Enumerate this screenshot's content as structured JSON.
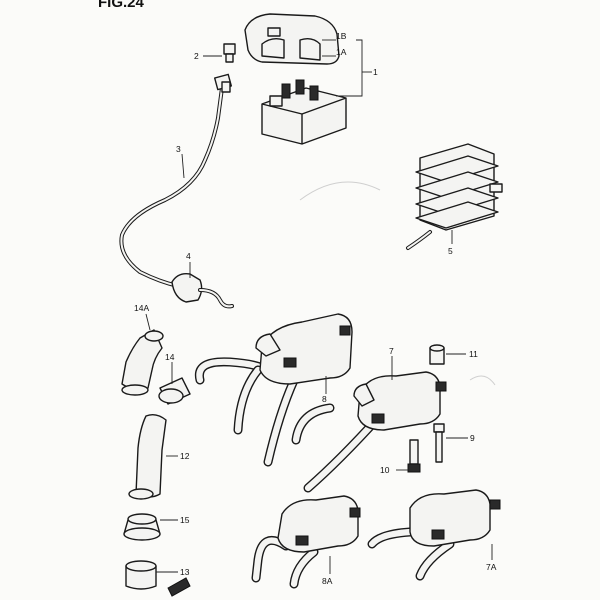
{
  "figure": {
    "title": "FIG.24"
  },
  "labels": {
    "p1": "1",
    "p1a": "1A",
    "p1b": "1B",
    "p2": "2",
    "p3": "3",
    "p4": "4",
    "p5": "5",
    "p7": "7",
    "p7a": "7A",
    "p8": "8",
    "p8a": "8A",
    "p9": "9",
    "p10": "10",
    "p11": "11",
    "p12": "12",
    "p13": "13",
    "p14": "14",
    "p14a": "14A",
    "p15": "15"
  },
  "colors": {
    "ink": "#1a1a1a",
    "paper": "#fbfbf9",
    "part_fill": "#f4f4f2"
  }
}
